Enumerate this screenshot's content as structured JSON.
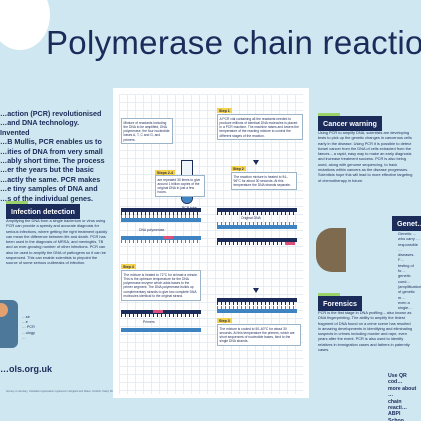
{
  "title": "Polymerase chain reaction",
  "intro": [
    "…action (PCR) revolutionised",
    "…and DNA technology. Invented",
    "…B Mullis, PCR enables us to",
    "…ities of DNA from very small",
    "…ably short time. The process",
    "…er the years but the basic",
    "…actly the same. PCR makes",
    "…e tiny samples of DNA and",
    "…s of the individual genes."
  ],
  "infection": {
    "heading": "Infection detection",
    "body": "Amplifying the DNA from a single bacterium or virus using PCR can provide a speedy and accurate diagnosis for serious infections, where getting the right treatment quickly can mean the difference between life and death. PCR has been used in the diagnosis of MRSA, and meningitis, TB and an ever-growing number of other infections. PCR can also be used to amplify the DNA of pathogens so it can be sequenced. This can enable scientists to pinpoint the source of some serious outbreaks of infection."
  },
  "bottom_left_text": [
    "…se",
    "…e",
    "… PCR",
    "…ology",
    "…"
  ],
  "url": "…ols.org.uk",
  "footer": "Society. A voluntary, charitable organisation registered in England and Wales. Scottish charity SC…   0+44 (0)20 7… …   Poster 2020",
  "diagram": {
    "dna_label": "Original DNA",
    "polymerase_label": "DNA polymerase",
    "primers_label": "Primers",
    "tube_label": "PCR tube",
    "intro_box": "Mixture of reactants including the DNA to be amplified, DNA polymerase, the four nucleotide bases A, T, C and G, and primers.",
    "step1_tag": "Step 1",
    "step1_text": "A PCR vial containing all the reactants needed to produce millions of identical DNA molecules is placed in a PCR machine. The machine raises and lowers the temperature of the reacting mixture to control the different stages of the reaction.",
    "step2_tag": "Step 2",
    "step2_text": "The reaction mixture is heated to 94–96°C for about 30 seconds. At this temperature the DNA strands separate.",
    "step23_tag": "Steps 2-4",
    "step23_text": "are repeated 30 times to give around 1 billion copies of the original DNA in just a few hours.",
    "step3_tag": "Step 3",
    "step3_text": "The mixture is cooled to 50–60°C for about 30 seconds. At this temperature the primers, which are short sequences of nucleotide bases, bind to the single DNA strands.",
    "step4_tag": "Step 4",
    "step4_text": "The mixture is heated to 72°C for at least a minute. This is the optimum temperature for the DNA polymerase enzyme which adds bases to the primer segment. The DNA polymerase builds up complementary strands to give two complete DNA molecules identical to the original strand."
  },
  "cancer": {
    "heading": "Cancer warning",
    "body": "Using PCR to amplify DNA, scientists are developing tests to pick up the genetic changes in cancerous cells early in the disease. Using PCR it is possible to detect bowel cancer from the DNA of cells extracted from the faeces – a rapid, easy way to make an early diagnosis and increase treatment success. PCR is also being used, along with genome sequencing, to track mutations within cancers as the disease progresses. Scientists hope this will lead to more effective targeting of chemotherapy in future."
  },
  "genetics": {
    "heading": "Genet…",
    "body": [
      "Genetic …",
      "who carry …",
      "responsible …",
      "diseases. F…",
      "testing of fo…",
      "genetic cond…",
      "(amplification",
      "of genetic m…",
      "even a single…"
    ]
  },
  "forensics": {
    "heading": "Forensics",
    "body": "PCR is the first stage in DNA profiling – also known as DNA fingerprinting. The ability to amplify the tiniest fragment of DNA found on a crime scene has resulted in amazing developments in identifying and eliminating suspects in crimes including murder and rape, even years after the event. PCR is also used to identify relatives in immigration cases and fathers in paternity cases."
  },
  "qr_tip": [
    "Use QR cod…",
    "more about …",
    "chain reacti…",
    "ABPI Schoo…"
  ],
  "colors": {
    "navy": "#1b2b5a",
    "sky": "#cfe7f0",
    "blue": "#3e83c2",
    "green": "#9bd36b",
    "yellow": "#f6d24a",
    "pink": "#e04e7a"
  }
}
